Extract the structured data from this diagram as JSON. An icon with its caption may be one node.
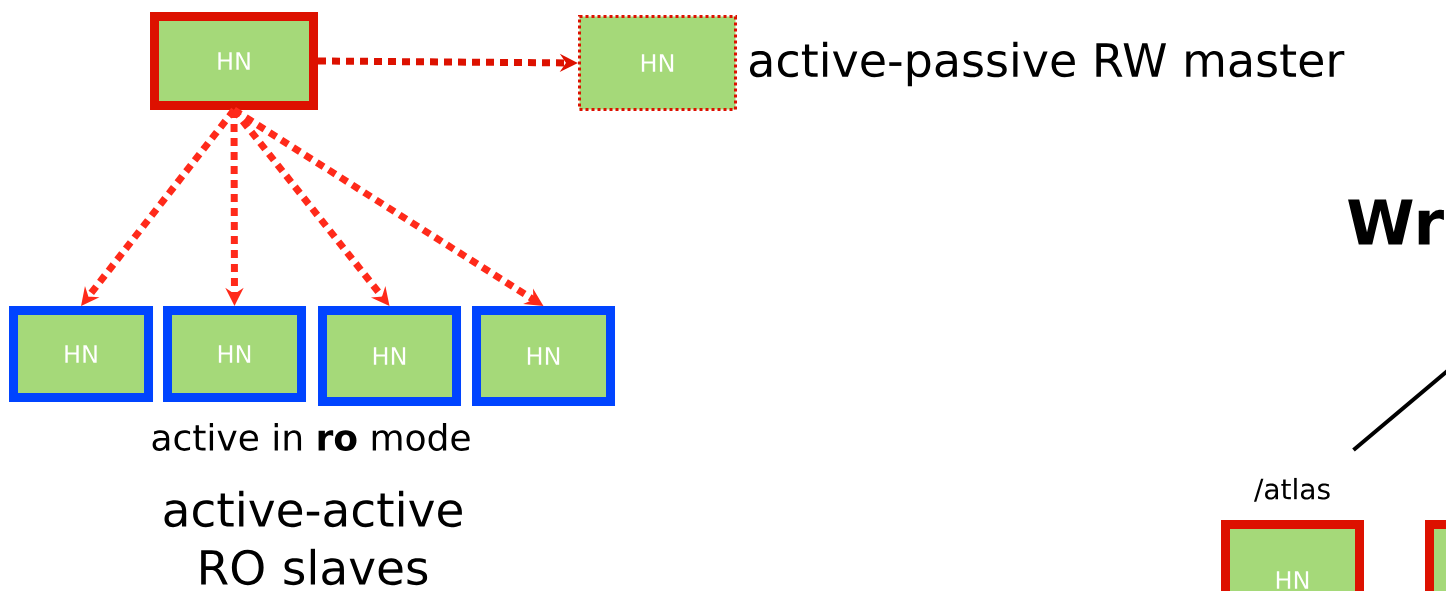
{
  "diagram": {
    "nodes": [
      {
        "text": [
          "HN"
        ]
      },
      {
        "text": [
          "HN"
        ],
        "beside": [
          "active-passive RW master"
        ]
      },
      {
        "text": [
          "HN"
        ]
      },
      {
        "text": [
          "HN"
        ]
      },
      {
        "text": [
          "HN"
        ]
      },
      {
        "text": [
          "HN"
        ]
      },
      {
        "text": [
          "/atlas",
          "HN"
        ]
      },
      {
        "text": [],
        "shape": "box"
      }
    ],
    "edges": [
      {
        "from": 0,
        "to": 1,
        "arrow": "to",
        "style": "dashed",
        "color": "#dd1100"
      },
      {
        "from": 0,
        "to": 2,
        "arrow": "to",
        "style": "dashed",
        "color": "#ff2a1a"
      },
      {
        "from": 0,
        "to": 3,
        "arrow": "to",
        "style": "dashed",
        "color": "#ff2a1a"
      },
      {
        "from": 0,
        "to": 4,
        "arrow": "to",
        "style": "dashed",
        "color": "#ff2a1a"
      },
      {
        "from": 0,
        "to": 5,
        "arrow": "to",
        "style": "dashed",
        "color": "#ff2a1a"
      },
      {
        "from": null,
        "to": 6,
        "arrow": "none",
        "color": "#000000"
      }
    ],
    "labels": [
      "active in **ro** mode",
      "active-active RO slaves",
      "Wr"
    ]
  }
}
